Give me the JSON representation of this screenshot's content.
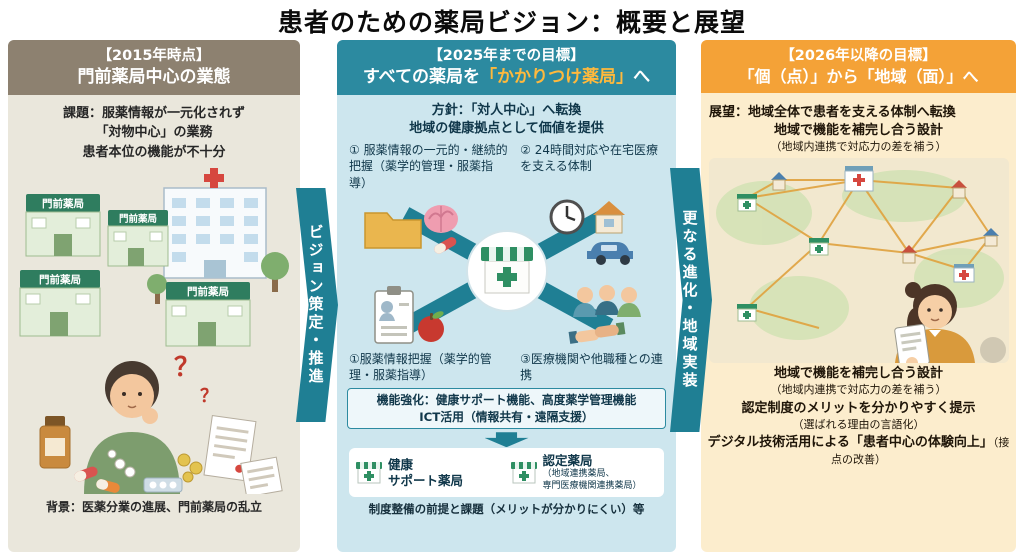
{
  "title": "患者のための薬局ビジョン：概要と展望",
  "flow": {
    "arrow1": "ビジョン策定・推進",
    "arrow2": "更なる進化・地域実装"
  },
  "left": {
    "header1": "【2015年時点】",
    "header2": "門前薬局中心の業態",
    "issue1": "課題：服薬情報が一元化されず",
    "issue2": "「対物中心」の業務",
    "issue3": "患者本位の機能が不十分",
    "sign": "門前薬局",
    "qmark1": "？",
    "qmark2": "？",
    "footer": "背景：医薬分業の進展、門前薬局の乱立"
  },
  "middle": {
    "header1": "【2025年までの目標】",
    "header2_pre": "すべての薬局を",
    "header2_em": "「かかりつけ薬局」",
    "header2_post": "へ",
    "policy1": "方針：「対人中心」へ転換",
    "policy2": "地域の健康拠点として価値を提供",
    "item1": "① 服薬情報の一元的・継続的把握（薬学的管理・服薬指導）",
    "item2": "② 24時間対応や在宅医療を支える体制",
    "item3": "①服薬情報把握（薬学的管理・服薬指導）",
    "item4": "③医療機関や他職種との連携",
    "strengthen1": "機能強化：健康サポート機能、高度薬学管理機能",
    "strengthen2": "ICT活用（情報共有・遠隔支援）",
    "box1_main": "健康",
    "box1_sub": "サポート薬局",
    "box2_main": "認定薬局",
    "box2_sub1": "（地域連携薬局、",
    "box2_sub2": "専門医療機関連携薬局）",
    "footer": "制度整備の前提と課題（メリットが分かりにくい）等"
  },
  "right": {
    "header1": "【2026年以降の目標】",
    "header2": "「個（点）」から「地域（面）」へ",
    "outlook": "展望：地域全体で患者を支える体制へ転換",
    "point1": "地域で機能を補完し合う設計",
    "point1_sub": "（地域内連携で対応力の差を補う）",
    "point2": "地域で機能を補完し合う設計",
    "point2_sub": "（地域内連携で対応力の差を補う）",
    "point3": "認定制度のメリットを分かりやすく提示",
    "point3_sub": "（選ばれる理由の言語化）",
    "point4": "デジタル技術活用による「患者中心の体験向上」",
    "point4_sub": "（接点の改善）"
  }
}
